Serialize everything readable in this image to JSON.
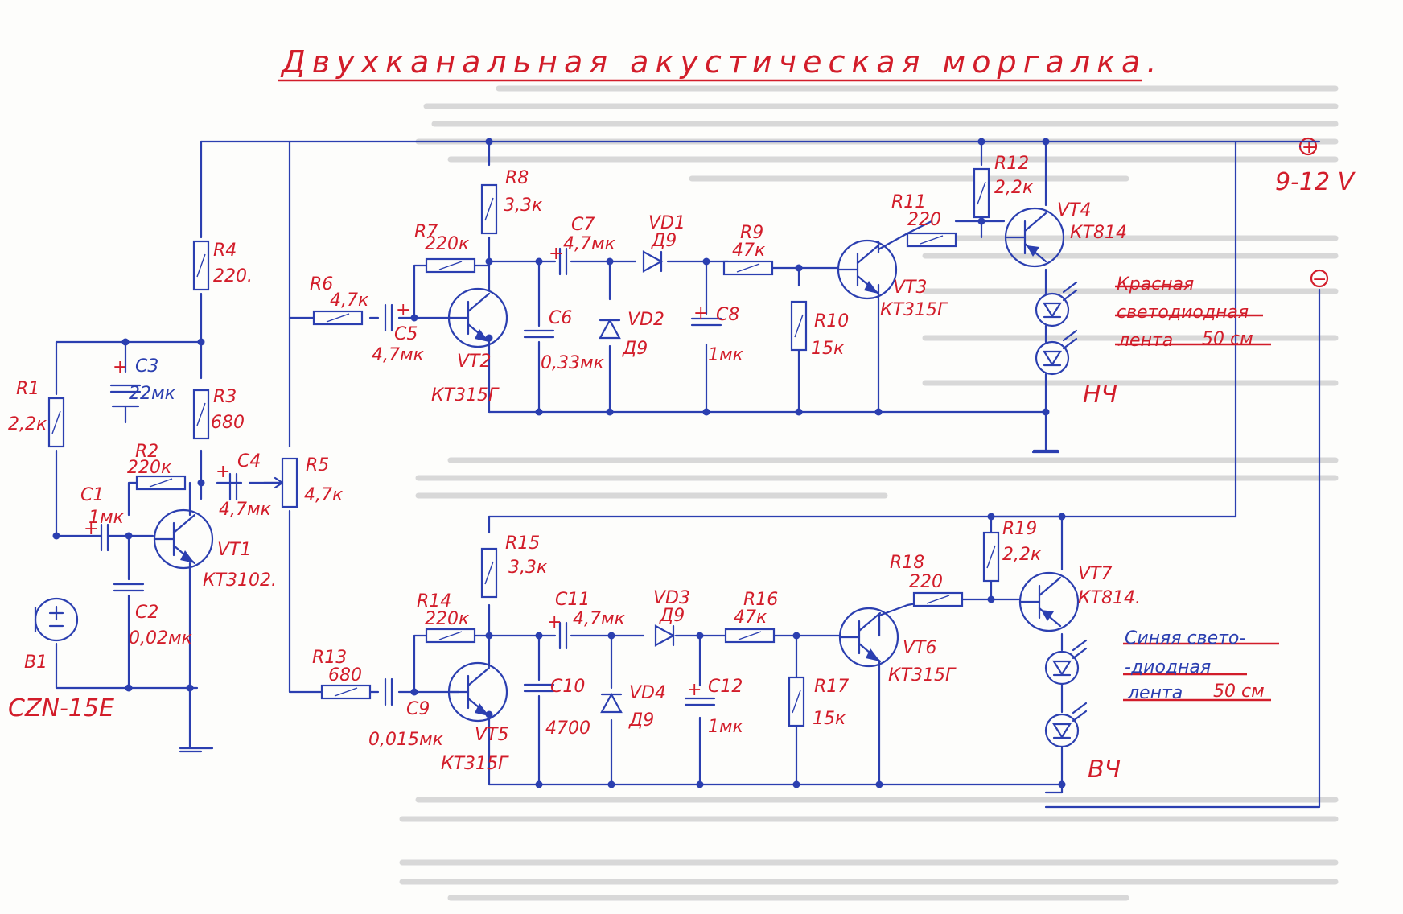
{
  "title": "Двухканальная акустическая моргалка.",
  "supply": {
    "plus": "+",
    "minus": "−",
    "voltage": "9-12 V"
  },
  "input_stage": {
    "mic": {
      "ref": "B1",
      "type": "CZN-15E"
    },
    "R1": {
      "ref": "R1",
      "value": "2,2к"
    },
    "C1": {
      "ref": "C1",
      "value": "1мк"
    },
    "C2": {
      "ref": "C2",
      "value": "0,02мк"
    },
    "C3": {
      "ref": "C3",
      "value": "22мк"
    },
    "R2": {
      "ref": "R2",
      "value": "220к"
    },
    "R3": {
      "ref": "R3",
      "value": "680"
    },
    "R4": {
      "ref": "R4",
      "value": "220."
    },
    "C4": {
      "ref": "C4",
      "value": "4,7мк"
    },
    "R5": {
      "ref": "R5",
      "value": "4,7к"
    },
    "VT1": {
      "ref": "VT1",
      "type": "КТ3102."
    }
  },
  "channel_lf": {
    "R6": {
      "ref": "R6",
      "value": "4,7к"
    },
    "C5": {
      "ref": "C5",
      "value": "4,7мк"
    },
    "R7": {
      "ref": "R7",
      "value": "220к"
    },
    "R8": {
      "ref": "R8",
      "value": "3,3к"
    },
    "VT2": {
      "ref": "VT2",
      "type": "КТ315Г"
    },
    "C7": {
      "ref": "C7",
      "value": "4,7мк"
    },
    "C6": {
      "ref": "C6",
      "value": "0,33мк"
    },
    "VD1": {
      "ref": "VD1",
      "type": "Д9"
    },
    "VD2": {
      "ref": "VD2",
      "type": "Д9"
    },
    "C8": {
      "ref": "C8",
      "value": "1мк"
    },
    "R9": {
      "ref": "R9",
      "value": "47к"
    },
    "R10": {
      "ref": "R10",
      "value": "15к"
    },
    "VT3": {
      "ref": "VT3",
      "type": "КТ315Г"
    },
    "R11": {
      "ref": "R11",
      "value": "220"
    },
    "R12": {
      "ref": "R12",
      "value": "2,2к"
    },
    "VT4": {
      "ref": "VT4",
      "type": "КТ814"
    },
    "led_note": [
      "Красная",
      "светодиодная",
      "лента",
      "50 см"
    ],
    "band": "НЧ"
  },
  "channel_hf": {
    "R13": {
      "ref": "R13",
      "value": "680"
    },
    "C9": {
      "ref": "C9",
      "value": "0,015мк"
    },
    "R14": {
      "ref": "R14",
      "value": "220к"
    },
    "R15": {
      "ref": "R15",
      "value": "3,3к"
    },
    "VT5": {
      "ref": "VT5",
      "type": "КТ315Г"
    },
    "C11": {
      "ref": "C11",
      "value": "4,7мк"
    },
    "C10": {
      "ref": "C10",
      "value": "4700"
    },
    "VD3": {
      "ref": "VD3",
      "type": "Д9"
    },
    "VD4": {
      "ref": "VD4",
      "type": "Д9"
    },
    "C12": {
      "ref": "C12",
      "value": "1мк"
    },
    "R16": {
      "ref": "R16",
      "value": "47к"
    },
    "R17": {
      "ref": "R17",
      "value": "15к"
    },
    "VT6": {
      "ref": "VT6",
      "type": "КТ315Г"
    },
    "R18": {
      "ref": "R18",
      "value": "220"
    },
    "R19": {
      "ref": "R19",
      "value": "2,2к"
    },
    "VT7": {
      "ref": "VT7",
      "type": "КТ814."
    },
    "led_note": [
      "Синяя свето-",
      "-диодная",
      "лента",
      "50 см"
    ],
    "band": "ВЧ"
  }
}
